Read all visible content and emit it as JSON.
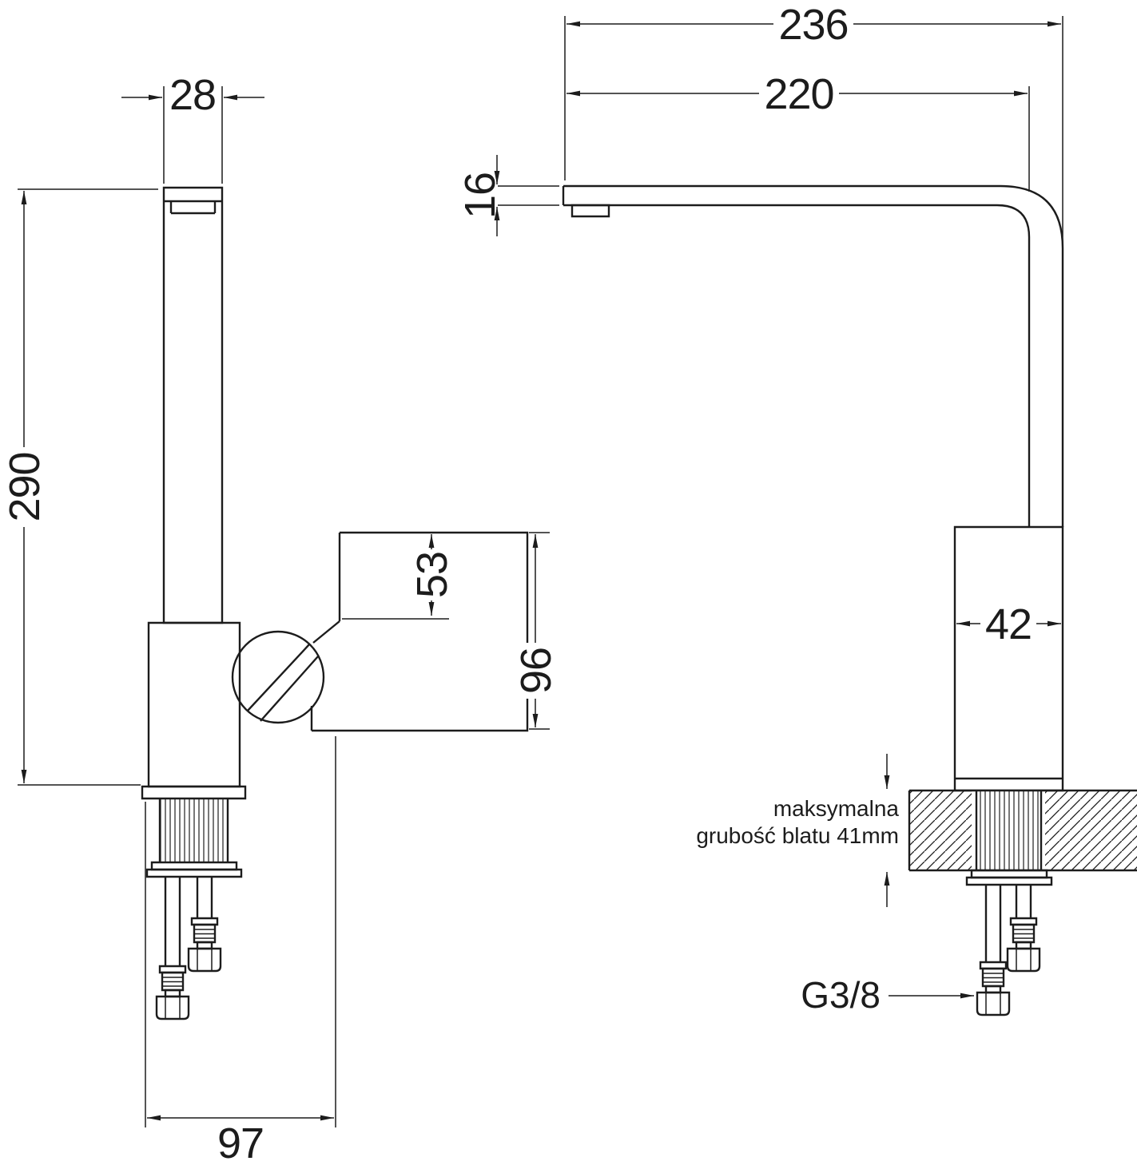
{
  "drawing": {
    "background": "#ffffff",
    "line_color": "#1c1c1c",
    "side_view": {
      "dim_spout_width": "28",
      "dim_total_height": "290",
      "dim_handle_offset": "53",
      "dim_handle_height": "96",
      "dim_base_depth": "97"
    },
    "front_view": {
      "dim_total_reach": "236",
      "dim_spout_reach": "220",
      "dim_spout_thickness": "16",
      "dim_body_width": "42",
      "counter_note_line1": "maksymalna",
      "counter_note_line2": "grubość blatu 41mm",
      "thread_size_label": "G3/8"
    }
  }
}
